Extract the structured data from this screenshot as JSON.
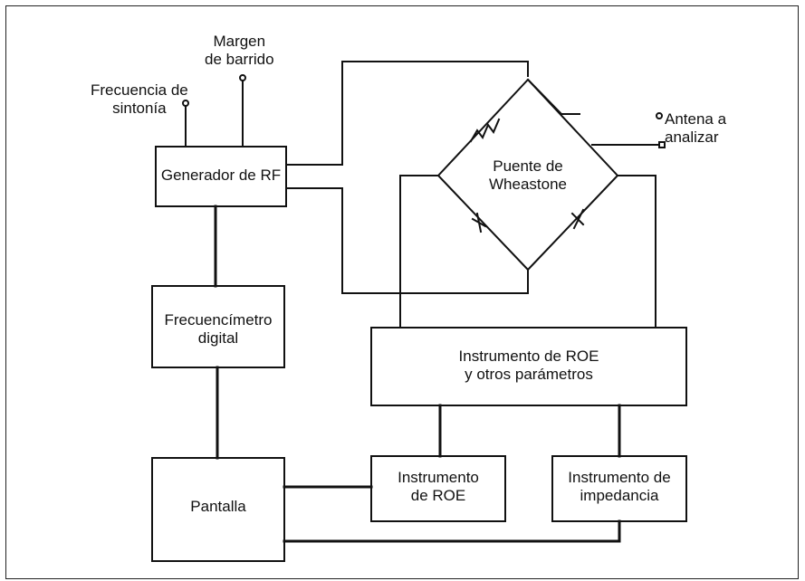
{
  "labels": {
    "margen": "Margen\nde barrido",
    "frecuencia": "Frecuencia de\nsintonía",
    "antena": "Antena a\nanalizar",
    "generador": "Generador de RF",
    "puente": "Puente de\nWheastone",
    "frecuencimetro": "Frecuencímetro\ndigital",
    "instrumento_roe_params": "Instrumento de ROE\ny otros parámetros",
    "instrumento_roe": "Instrumento\nde ROE",
    "instrumento_impedancia": "Instrumento de\nimpedancia",
    "pantalla": "Pantalla"
  },
  "colors": {
    "line": "#111111",
    "background": "#ffffff"
  }
}
